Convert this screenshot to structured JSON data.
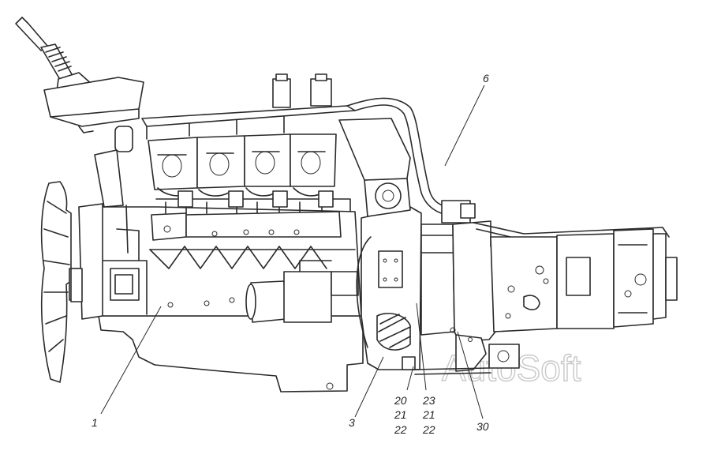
{
  "callouts": {
    "c1": "1",
    "c3": "3",
    "c6": "6",
    "c20": "20",
    "c21a": "21",
    "c22a": "22",
    "c23": "23",
    "c21b": "21",
    "c22b": "22",
    "c30": "30"
  },
  "watermark": "AutoSoft"
}
